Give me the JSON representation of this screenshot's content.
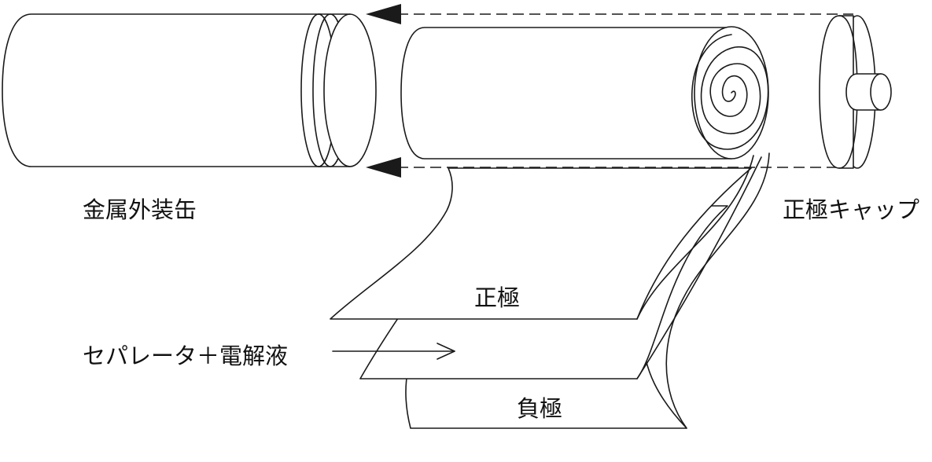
{
  "labels": {
    "can": "金属外装缶",
    "cap": "正極キャップ",
    "positive": "正極",
    "separator": "セパレータ＋電解液",
    "negative": "負極"
  },
  "colors": {
    "stroke": "#1a1a1a",
    "background": "#ffffff"
  }
}
